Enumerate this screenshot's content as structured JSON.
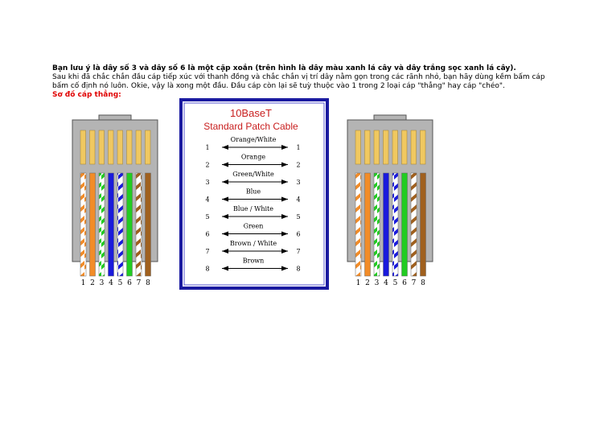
{
  "text": {
    "note_bold": "Bạn lưu ý là dây số 3 và dây số 6 là một cặp xoắn (trên hình là dây màu xanh lá cây và dây trắng sọc xanh lá cây).",
    "instruction_line1": "Sau khi đã chắc chắn đầu cáp tiếp xúc với thanh đồng và chắc chắn vị trí dây nằm gọn trong các rãnh nhỏ, bạn hãy dùng kềm bấm cáp",
    "instruction_line2": "bấm cố định nó luôn. Okie, vậy là xong một đầu. Đầu cáp còn lại sẽ tuỳ thuộc vào 1 trong 2 loại cáp \"thẳng\" hay cáp \"chéo\".",
    "section_heading": "Sơ đồ cáp thẳng:"
  },
  "diagram": {
    "title_line1": "10BaseT",
    "title_line2": "Standard Patch Cable",
    "pins": [
      {
        "left": "1",
        "right": "1",
        "label": "Orange/White"
      },
      {
        "left": "2",
        "right": "2",
        "label": "Orange"
      },
      {
        "left": "3",
        "right": "3",
        "label": "Green/White"
      },
      {
        "left": "4",
        "right": "4",
        "label": "Blue"
      },
      {
        "left": "5",
        "right": "5",
        "label": "Blue / White"
      },
      {
        "left": "6",
        "right": "6",
        "label": "Green"
      },
      {
        "left": "7",
        "right": "7",
        "label": "Brown / White"
      },
      {
        "left": "8",
        "right": "8",
        "label": "Brown"
      }
    ]
  },
  "connectors": {
    "pin_numbers": [
      "1",
      "2",
      "3",
      "4",
      "5",
      "6",
      "7",
      "8"
    ],
    "wire_colors": [
      "#f28c28",
      "#f28c28",
      "#22cc22",
      "#1a1adc",
      "#1a1adc",
      "#22cc22",
      "#a0601e",
      "#a0601e"
    ],
    "wire_striped": [
      true,
      false,
      true,
      false,
      true,
      false,
      true,
      false
    ]
  },
  "colors": {
    "frame_blue": "#1a1aa0",
    "title_red": "#c81e1e",
    "housing_gray": "#b4b4b4",
    "contact_gold": "#f0c860"
  }
}
